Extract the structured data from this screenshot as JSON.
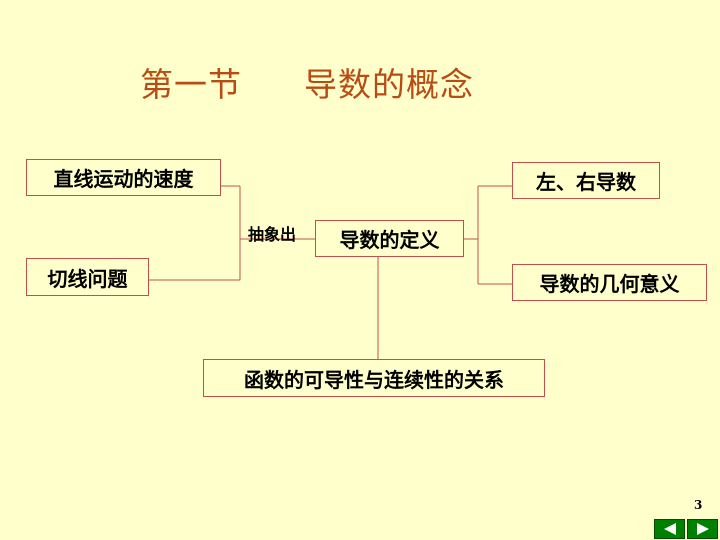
{
  "title": {
    "section": "第一节",
    "name": "导数的概念"
  },
  "diagram": {
    "nodes": {
      "velocity": "直线运动的速度",
      "tangent": "切线问题",
      "definition": "导数的定义",
      "one_sided": "左、右导数",
      "geometric": "导数的几何意义",
      "relation": "函数的可导性与连续性的关系"
    },
    "edge_label": "抽象出"
  },
  "footer": {
    "page_number": "3"
  },
  "nav": {
    "prev_icon": "triangle-left-icon",
    "next_icon": "triangle-right-icon",
    "button_color": "#008000"
  },
  "colors": {
    "background": "#ffffcc",
    "title": "#b84c14",
    "box_border": "#c0504d"
  }
}
